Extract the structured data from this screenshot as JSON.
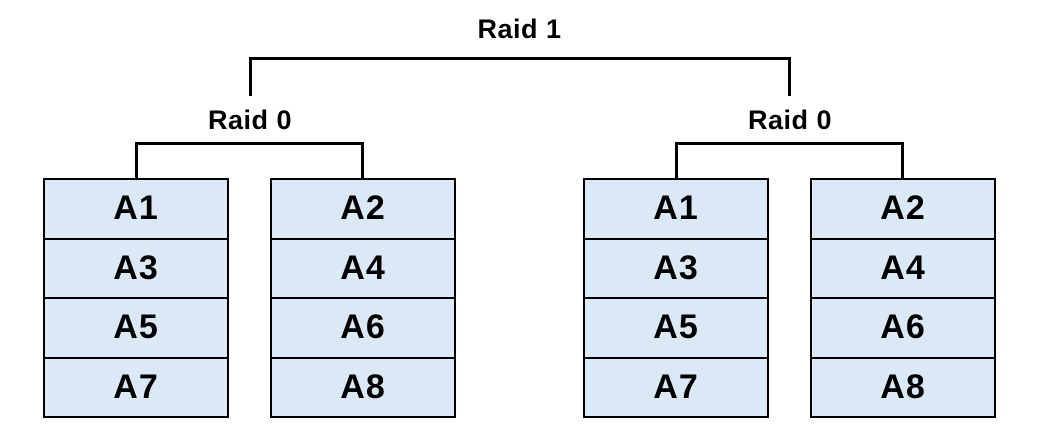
{
  "diagram": {
    "type": "raid-topology-tree",
    "title": "Raid 1",
    "groups": [
      {
        "label": "Raid 0",
        "disks": [
          {
            "cells": [
              "A1",
              "A3",
              "A5",
              "A7"
            ]
          },
          {
            "cells": [
              "A2",
              "A4",
              "A6",
              "A8"
            ]
          }
        ]
      },
      {
        "label": "Raid 0",
        "disks": [
          {
            "cells": [
              "A1",
              "A3",
              "A5",
              "A7"
            ]
          },
          {
            "cells": [
              "A2",
              "A4",
              "A6",
              "A8"
            ]
          }
        ]
      }
    ],
    "colors": {
      "cell_fill": "#dbe8f6",
      "line": "#000000",
      "text": "#000000",
      "background": "#ffffff"
    }
  }
}
